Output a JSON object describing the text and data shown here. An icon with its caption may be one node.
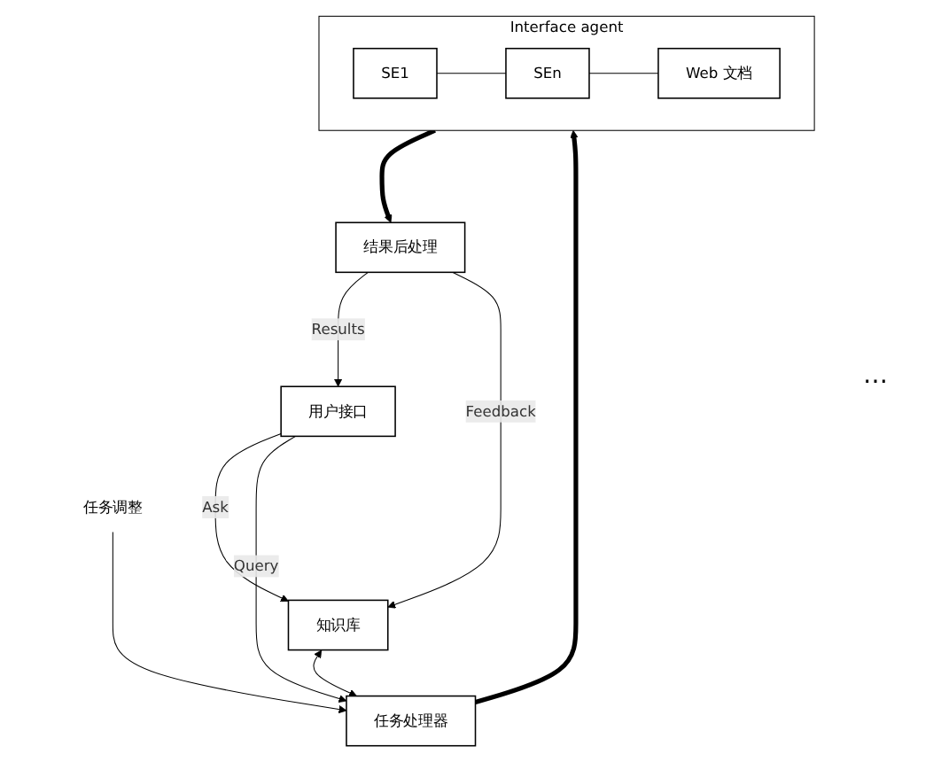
{
  "diagram": {
    "nodes": [
      {
        "text": [
          "用户接口"
        ]
      },
      {
        "text": [
          "知识库"
        ]
      },
      {
        "text": [
          "任务处理器"
        ]
      },
      {
        "text": [
          "任务调整"
        ]
      },
      {
        "text": [
          "Interface agent"
        ]
      },
      {
        "text": [
          "SE1"
        ],
        "in": 4
      },
      {
        "text": [
          "SEn"
        ],
        "in": 4
      },
      {
        "text": [
          "Web 文档"
        ],
        "in": 4
      },
      {
        "text": [
          "结果后处理"
        ]
      }
    ],
    "edges": [
      {
        "from": 0,
        "to": 1,
        "arrow": "to",
        "label": "Ask"
      },
      {
        "from": 0,
        "to": 2,
        "arrow": "to",
        "label": "Query"
      },
      {
        "from": 1,
        "to": 2,
        "arrow": "both"
      },
      {
        "from": 3,
        "to": 2,
        "arrow": "to"
      },
      {
        "from": 2,
        "to": 4,
        "arrow": "to",
        "style": "thick"
      },
      {
        "from": 5,
        "to": 6,
        "arrow": "none"
      },
      {
        "from": 6,
        "to": 7,
        "arrow": "none"
      },
      {
        "from": 4,
        "to": 8,
        "arrow": "to",
        "style": "thick"
      },
      {
        "from": 8,
        "to": 0,
        "arrow": "to",
        "label": "Results"
      },
      {
        "from": 8,
        "to": 1,
        "arrow": "to",
        "label": "Feedback"
      }
    ],
    "labels": [
      "…"
    ]
  }
}
